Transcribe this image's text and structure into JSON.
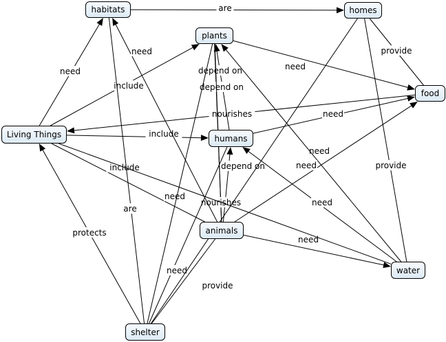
{
  "nodes": {
    "habitats": "habitats",
    "homes": "homes",
    "plants": "plants",
    "food": "food",
    "living_things": "Living Things",
    "humans": "humans",
    "animals": "animals",
    "water": "water",
    "shelter": "shelter"
  },
  "edges": [
    {
      "from": "habitats",
      "to": "homes",
      "label": "are",
      "arrow": true
    },
    {
      "from": "living_things",
      "to": "habitats",
      "label": "need",
      "arrow": true
    },
    {
      "from": "living_things",
      "to": "plants",
      "label": "include",
      "arrow": true
    },
    {
      "from": "living_things",
      "to": "humans",
      "label": "include",
      "arrow": true
    },
    {
      "from": "living_things",
      "to": "animals",
      "label": "include",
      "arrow": false
    },
    {
      "from": "food",
      "to": "living_things",
      "label": "nourishes",
      "arrow": true
    },
    {
      "from": "plants",
      "to": "food",
      "label": "need",
      "arrow": true
    },
    {
      "from": "humans",
      "to": "food",
      "label": "need",
      "arrow": true
    },
    {
      "from": "animals",
      "to": "food",
      "label": "need",
      "arrow": true
    },
    {
      "from": "homes",
      "to": "food",
      "label": "provide",
      "arrow": false
    },
    {
      "from": "homes",
      "to": "water",
      "label": "provide",
      "arrow": false
    },
    {
      "from": "humans",
      "to": "plants",
      "label": "depend on",
      "arrow": true
    },
    {
      "from": "animals",
      "to": "plants",
      "label": "depend on",
      "arrow": false
    },
    {
      "from": "animals",
      "to": "humans",
      "label": "depend on",
      "arrow": true
    },
    {
      "from": "plants",
      "to": "animals",
      "label": "nourishes",
      "arrow": false
    },
    {
      "from": "animals",
      "to": "habitats",
      "label": "need",
      "arrow": true
    },
    {
      "from": "humans",
      "to": "shelter",
      "label": "need",
      "arrow": false
    },
    {
      "from": "water",
      "to": "humans",
      "label": "need",
      "arrow": true
    },
    {
      "from": "water",
      "to": "plants",
      "label": "need",
      "arrow": true
    },
    {
      "from": "animals",
      "to": "water",
      "label": "need",
      "arrow": true
    },
    {
      "from": "living_things",
      "to": "water",
      "label": "",
      "arrow": false
    },
    {
      "from": "shelter",
      "to": "living_things",
      "label": "protects",
      "arrow": true
    },
    {
      "from": "habitats",
      "to": "shelter",
      "label": "are",
      "arrow": false
    },
    {
      "from": "shelter",
      "to": "animals",
      "label": "need",
      "arrow": false
    },
    {
      "from": "shelter",
      "to": "homes",
      "label": "provide",
      "arrow": false
    },
    {
      "from": "shelter",
      "to": "plants",
      "label": "",
      "arrow": false
    }
  ]
}
